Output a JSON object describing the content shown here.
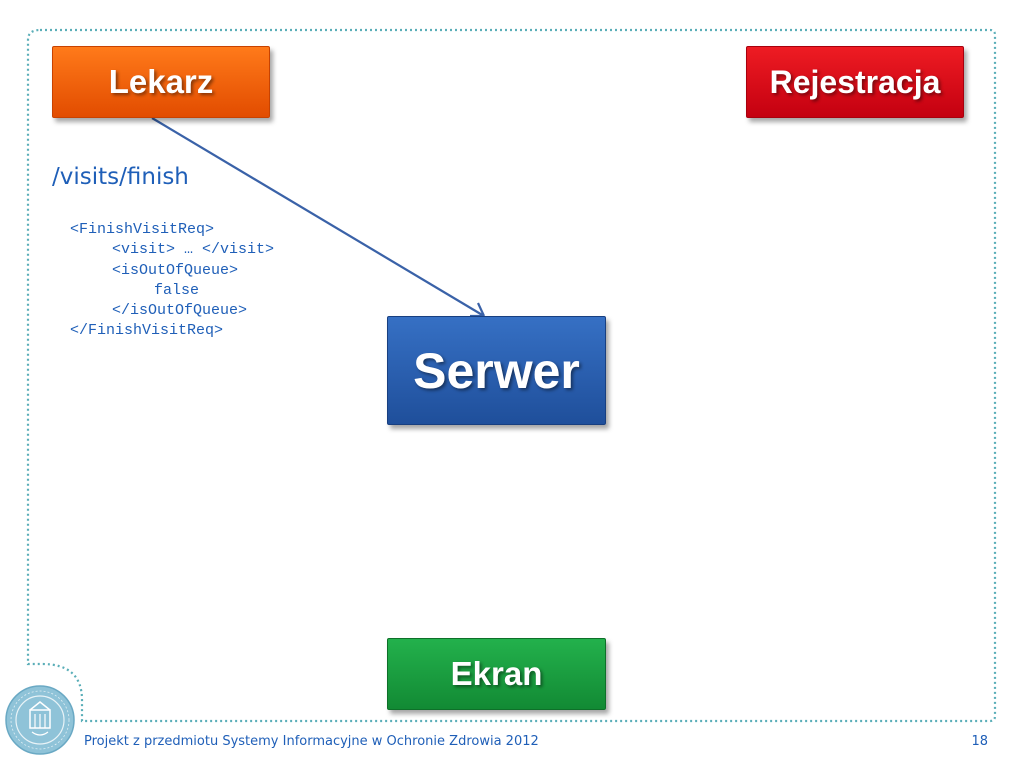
{
  "diagram": {
    "nodes": {
      "lekarz": "Lekarz",
      "rejestracja": "Rejestracja",
      "serwer": "Serwer",
      "ekran": "Ekran"
    },
    "edge": {
      "from": "lekarz",
      "to": "serwer"
    },
    "endpoint": "/visits/finish",
    "code_lines": [
      "<FinishVisitReq>",
      "<visit> … </visit>",
      "<isOutOfQueue>",
      "false",
      "</isOutOfQueue>",
      "</FinishVisitReq>"
    ]
  },
  "footer": {
    "text": "Projekt z przedmiotu Systemy Informacyjne w Ochronie Zdrowia 2012",
    "page_number": "18"
  },
  "colors": {
    "frame": "#5aaeb8",
    "text_blue": "#1f5fb8",
    "arrow": "#3a62a8",
    "lekarz": "#f26a10",
    "rejestracja": "#d8101a",
    "serwer": "#2a5cad",
    "ekran": "#1a9e40"
  },
  "icons": {
    "logo": "university-seal-logo"
  }
}
